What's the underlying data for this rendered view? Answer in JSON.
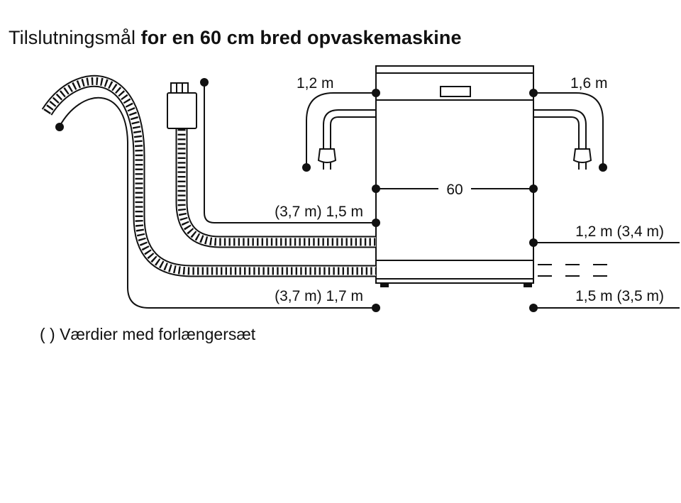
{
  "title": {
    "part1": "Tilslutningsmål",
    "part2": "for en 60 cm bred opvaskemaskine"
  },
  "labels": {
    "power_left": "1,2 m",
    "power_right": "1,6 m",
    "width": "60",
    "drain_hose": "(3,7 m) 1,5 m",
    "water_inlet_hose": "(3,7 m) 1,7 m",
    "right_upper": "1,2 m (3,4 m)",
    "right_lower": "1,5 m (3,5 m)"
  },
  "footnote": "( ) Værdier med forlængersæt"
}
